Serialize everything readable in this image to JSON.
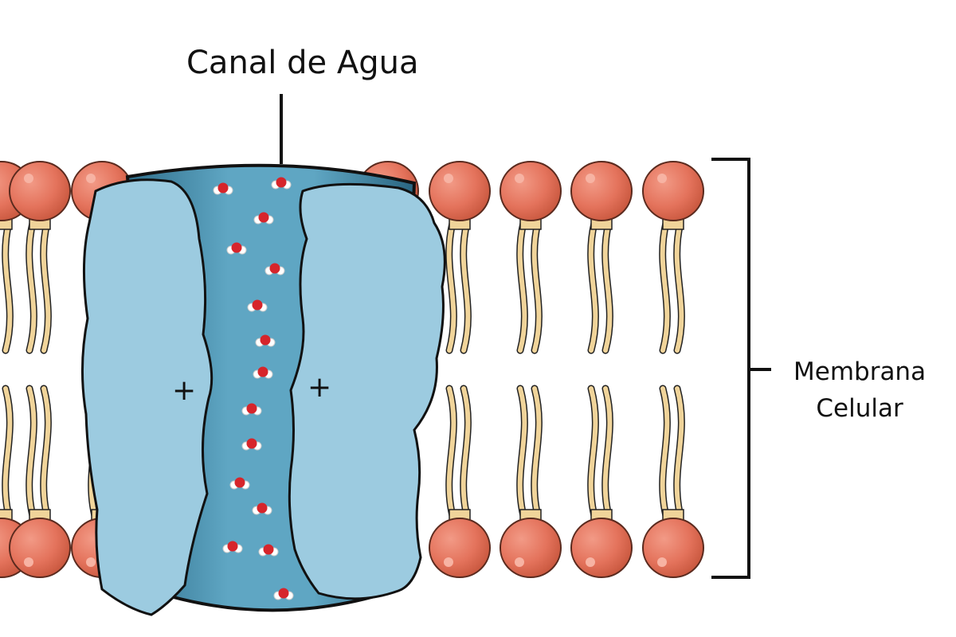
{
  "title": "Canal de Agua",
  "membrane_label": {
    "line1": "Membrana",
    "line2": "Celular"
  },
  "charge_symbols": [
    "+",
    "+"
  ],
  "colors": {
    "lipid_head": "#e4735c",
    "lipid_tail": "#f0d49a",
    "protein": "#9ccbe0",
    "channel": "#4e93b0",
    "water_oxygen": "#d6252b"
  }
}
